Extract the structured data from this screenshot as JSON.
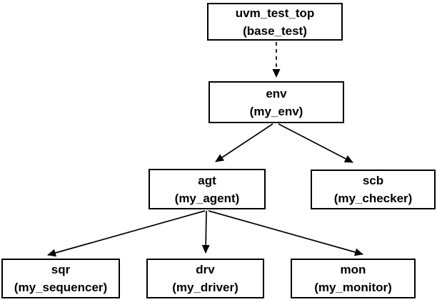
{
  "diagram": {
    "background_color": "#ffffff",
    "line_color": "#000000",
    "box_fill_color": "#ffffff",
    "text_color": "#000000",
    "nodes": [
      {
        "id": "uvm_test_top",
        "instance": "uvm_test_top",
        "class": "(base_test)"
      },
      {
        "id": "env",
        "instance": "env",
        "class": "(my_env)"
      },
      {
        "id": "agt",
        "instance": "agt",
        "class": "(my_agent)"
      },
      {
        "id": "scb",
        "instance": "scb",
        "class": "(my_checker)"
      },
      {
        "id": "sqr",
        "instance": "sqr",
        "class": "(my_sequencer)"
      },
      {
        "id": "drv",
        "instance": "drv",
        "class": "(my_driver)"
      },
      {
        "id": "mon",
        "instance": "mon",
        "class": "(my_monitor)"
      }
    ],
    "edges": [
      {
        "from": "uvm_test_top",
        "to": "env",
        "style": "dashed"
      },
      {
        "from": "env",
        "to": "agt",
        "style": "solid"
      },
      {
        "from": "env",
        "to": "scb",
        "style": "solid"
      },
      {
        "from": "agt",
        "to": "sqr",
        "style": "solid"
      },
      {
        "from": "agt",
        "to": "drv",
        "style": "solid"
      },
      {
        "from": "agt",
        "to": "mon",
        "style": "solid"
      }
    ]
  }
}
